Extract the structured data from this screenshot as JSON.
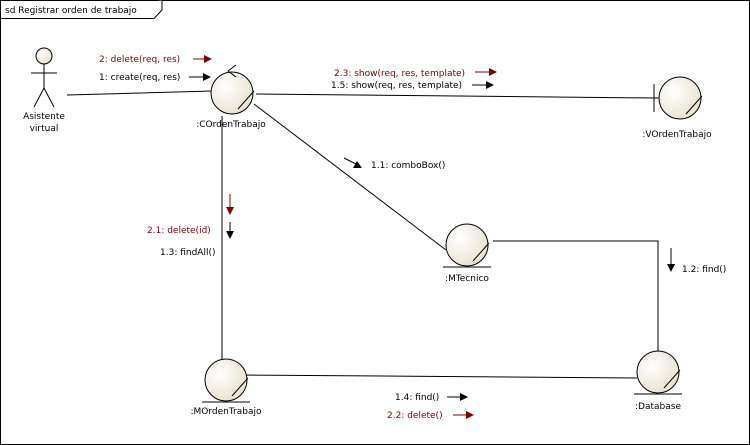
{
  "frame": {
    "title": "sd Registrar orden de trabajo"
  },
  "actors": [
    {
      "id": "asistente",
      "line1": "Asistente",
      "line2": "virtual"
    }
  ],
  "objects": {
    "corden": {
      "name": ":COrdenTrabajo",
      "kind": "control"
    },
    "vorden": {
      "name": ":VOrdenTrabajo",
      "kind": "boundary"
    },
    "mtecnico": {
      "name": ":MTecnico",
      "kind": "entity"
    },
    "morden": {
      "name": ":MOrdenTrabajo",
      "kind": "entity"
    },
    "database": {
      "name": ":Database",
      "kind": "entity"
    }
  },
  "messages": {
    "m2": {
      "text": "2: delete(req, res)",
      "color": "#800000"
    },
    "m1": {
      "text": "1: create(req, res)",
      "color": "#000000"
    },
    "m23": {
      "text": "2.3: show(req, res, template)",
      "color": "#800000"
    },
    "m15": {
      "text": "1.5: show(req, res, template)",
      "color": "#000000"
    },
    "m11": {
      "text": "1.1: comboBox()",
      "color": "#000000"
    },
    "m21": {
      "text": "2.1: delete(id)",
      "color": "#800000"
    },
    "m13": {
      "text": "1.3: findAll()",
      "color": "#000000"
    },
    "m12": {
      "text": "1.2: find()",
      "color": "#000000"
    },
    "m14": {
      "text": "1.4: find()",
      "color": "#000000"
    },
    "m22": {
      "text": "2.2: delete()",
      "color": "#800000"
    }
  },
  "colors": {
    "object_fill": "#efe6d6",
    "highlight": "#ffffff",
    "line": "#000000"
  }
}
